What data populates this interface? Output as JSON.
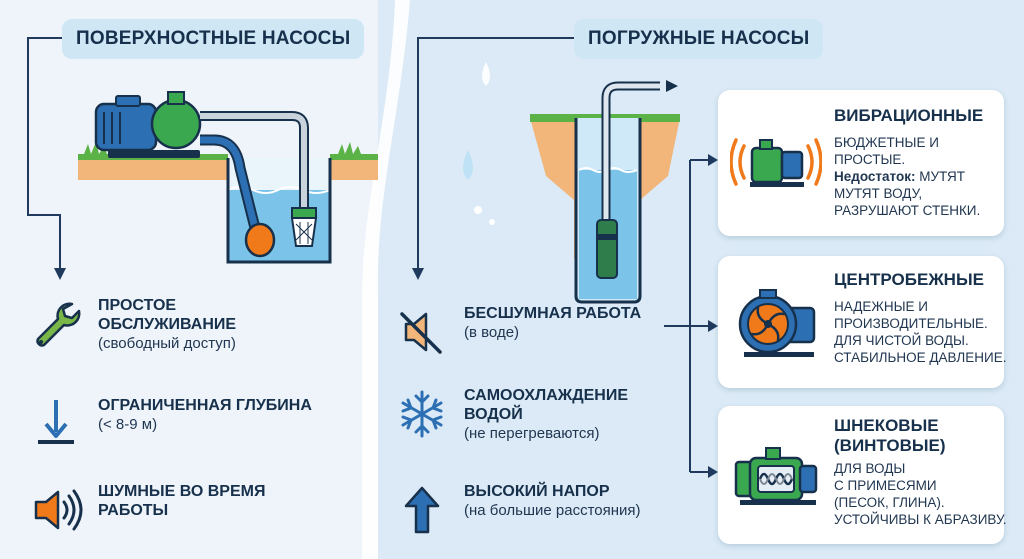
{
  "surface": {
    "title": "ПОВЕРХНОСТНЫЕ НАСОСЫ",
    "features": [
      {
        "icon": "wrench-icon",
        "title_line1": "ПРОСТОЕ",
        "title_line2": "ОБСЛУЖИВАНИЕ",
        "subtitle": "(свободный доступ)"
      },
      {
        "icon": "depth-limit-icon",
        "title_line1": "ОГРАНИЧЕННАЯ ГЛУБИНА",
        "title_line2": "",
        "subtitle": "(< 8-9 м)"
      },
      {
        "icon": "loud-speaker-icon",
        "title_line1": "ШУМНЫЕ ВО ВРЕМЯ",
        "title_line2": "РАБОТЫ",
        "subtitle": ""
      }
    ]
  },
  "submersible": {
    "title": "ПОГРУЖНЫЕ НАСОСЫ",
    "features": [
      {
        "icon": "muted-speaker-icon",
        "title_line1": "БЕСШУМНАЯ РАБОТА",
        "title_line2": "",
        "subtitle": "(в воде)"
      },
      {
        "icon": "snowflake-icon",
        "title_line1": "САМООХЛАЖДЕНИЕ",
        "title_line2": "ВОДОЙ",
        "subtitle": "(не перегреваются)"
      },
      {
        "icon": "arrow-up-icon",
        "title_line1": "ВЫСОКИЙ НАПОР",
        "title_line2": "",
        "subtitle": "(на большие расстояния)"
      }
    ],
    "types": [
      {
        "title_line1": "ВИБРАЦИОННЫЕ",
        "title_line2": "",
        "lines": [
          "БЮДЖЕТНЫЕ И",
          "ПРОСТЫЕ."
        ],
        "warn_label": "Недостаток:",
        "warn_text": " МУТЯТ",
        "extra": [
          "МУТЯТ ВОДУ,",
          "РАЗРУШАЮТ СТЕНКИ."
        ]
      },
      {
        "title_line1": "ЦЕНТРОБЕЖНЫЕ",
        "title_line2": "",
        "lines": [
          "НАДЕЖНЫЕ И",
          "ПРОИЗВОДИТЕЛЬНЫЕ.",
          "ДЛЯ ЧИСТОЙ ВОДЫ.",
          "СТАБИЛЬНОЕ ДАВЛЕНИЕ."
        ]
      },
      {
        "title_line1": "ШНЕКОВЫЕ",
        "title_line2": "(ВИНТОВЫЕ)",
        "lines": [
          "ДЛЯ ВОДЫ",
          "С ПРИМЕСЯМИ",
          "(ПЕСОК, ГЛИНА).",
          "УСТОЙЧИВЫ К АБРАЗИВУ."
        ]
      }
    ]
  },
  "colors": {
    "navy": "#17304b",
    "pill": "#cfe6f5",
    "pump_green": "#3aa84f",
    "motor_blue": "#2d6fb3",
    "water": "#7cc3ea",
    "soil": "#f2b57a",
    "grass": "#5bb246",
    "vibration": "#f07a1a"
  }
}
